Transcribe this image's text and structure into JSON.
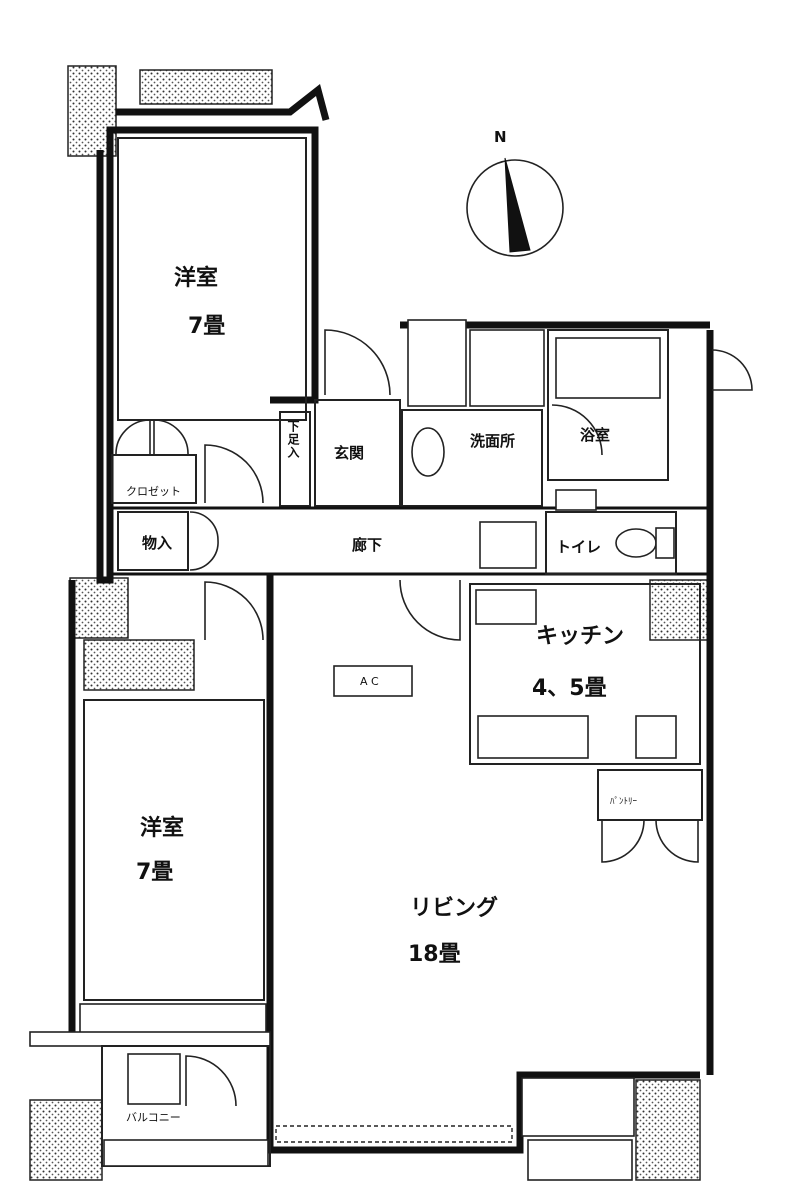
{
  "compass": {
    "north_label": "N"
  },
  "rooms": {
    "western_room_1": {
      "name": "洋室",
      "size": "7畳"
    },
    "western_room_2": {
      "name": "洋室",
      "size": "7畳"
    },
    "living": {
      "name": "リビング",
      "size": "18畳"
    },
    "kitchen": {
      "name": "キッチン",
      "size": "4、5畳"
    },
    "corridor": "廊下",
    "genkan": "玄関",
    "shoe_box": "下足入",
    "washroom": "洗面所",
    "bath": "浴室",
    "toilet": "トイレ",
    "closet": "クロゼット",
    "storage": "物入",
    "balcony": "バルコニー",
    "walk_in_closet": "ﾊﾟﾝﾄﾘｰ",
    "ac_label": "A C"
  }
}
